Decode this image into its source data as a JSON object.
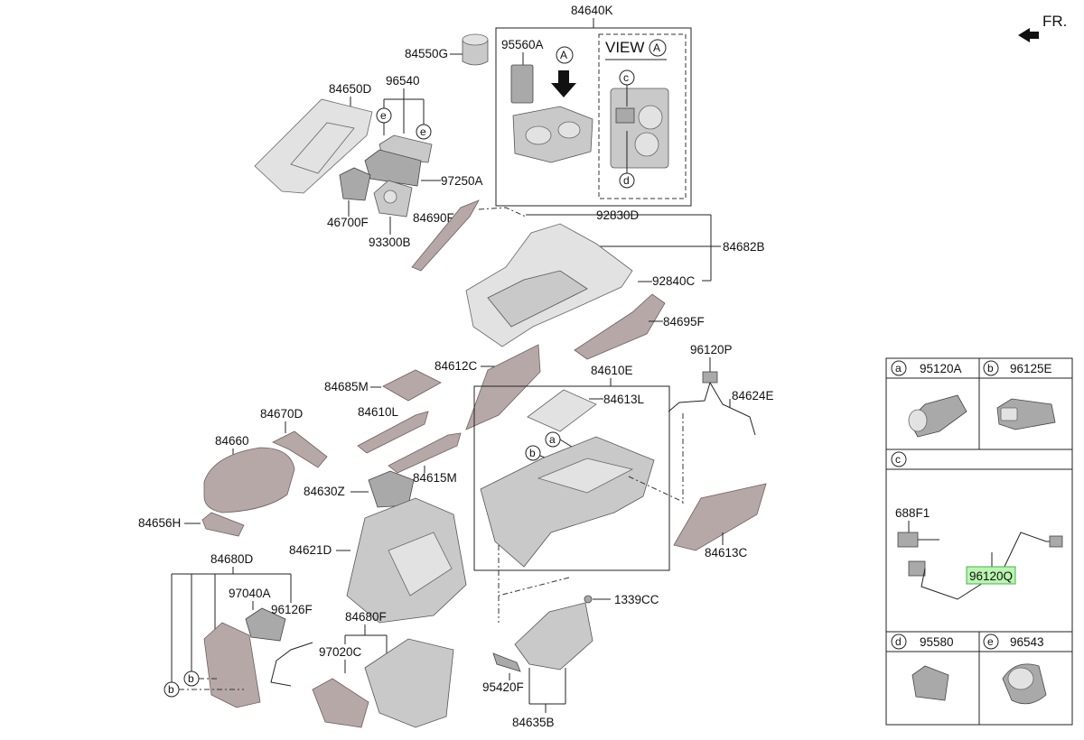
{
  "front_indicator": "FR.",
  "view_label": "VIEW",
  "view_ref": "A",
  "main_labels": {
    "p84640K": "84640K",
    "p84550G": "84550G",
    "p95560A": "95560A",
    "p84650D": "84650D",
    "p96540": "96540",
    "p97250A": "97250A",
    "p46700F": "46700F",
    "p84690F": "84690F",
    "p93300B": "93300B",
    "p92830D": "92830D",
    "p84682B": "84682B",
    "p92840C": "92840C",
    "p84695F": "84695F",
    "p96120P": "96120P",
    "p84624E": "84624E",
    "p84612C": "84612C",
    "p84610E": "84610E",
    "p84685M": "84685M",
    "p84613L": "84613L",
    "p84610L": "84610L",
    "p84670D": "84670D",
    "p84660": "84660",
    "p84615M": "84615M",
    "p84630Z": "84630Z",
    "p84656H": "84656H",
    "p84621D": "84621D",
    "p84613C": "84613C",
    "p84680D": "84680D",
    "p97040A": "97040A",
    "p96126F": "96126F",
    "p84680F": "84680F",
    "p1339CC": "1339CC",
    "p97020C": "97020C",
    "p95420F": "95420F",
    "p84635B": "84635B"
  },
  "callouts": {
    "a": "a",
    "b": "b",
    "c": "c",
    "d": "d",
    "e": "e"
  },
  "legend": {
    "a_part": "95120A",
    "b_part": "96125E",
    "c_part1": "688F1",
    "c_part2": "96120Q",
    "d_part": "95580",
    "e_part": "96543"
  },
  "colors": {
    "highlight": "#b9f5b0",
    "part_fill": "#c9c9c9",
    "trim_fill": "#b7a8a8"
  }
}
